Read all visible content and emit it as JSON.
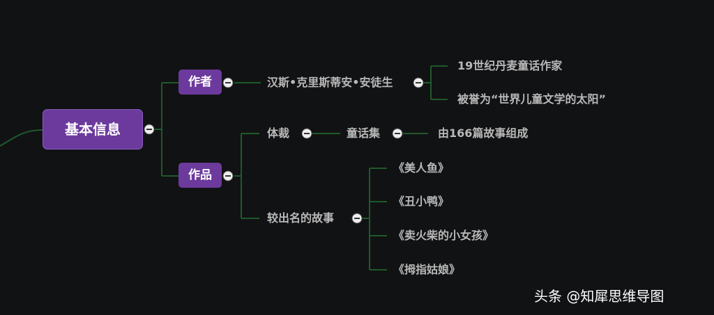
{
  "mindmap": {
    "root": "基本信息",
    "author": {
      "label": "作者",
      "name": "汉斯•克里斯蒂安•安徒生",
      "facts": [
        "19世纪丹麦童话作家",
        "被誉为“世界儿童文学的太阳”"
      ]
    },
    "works": {
      "label": "作品",
      "genre_label": "体裁",
      "genre": "童话集",
      "genre_detail": "由166篇故事组成",
      "famous_label": "较出名的故事",
      "stories": [
        "《美人鱼》",
        "《丑小鸭》",
        "《卖火柴的小女孩》",
        "《拇指姑娘》"
      ]
    }
  },
  "watermark": "头条 @知犀思维导图",
  "colors": {
    "background": "#111214",
    "node_fill": "#6c3a9c",
    "connector": "#1f5a2a",
    "text": "#b9b9b9"
  },
  "icons": {
    "collapse": "collapse-circle-icon"
  }
}
